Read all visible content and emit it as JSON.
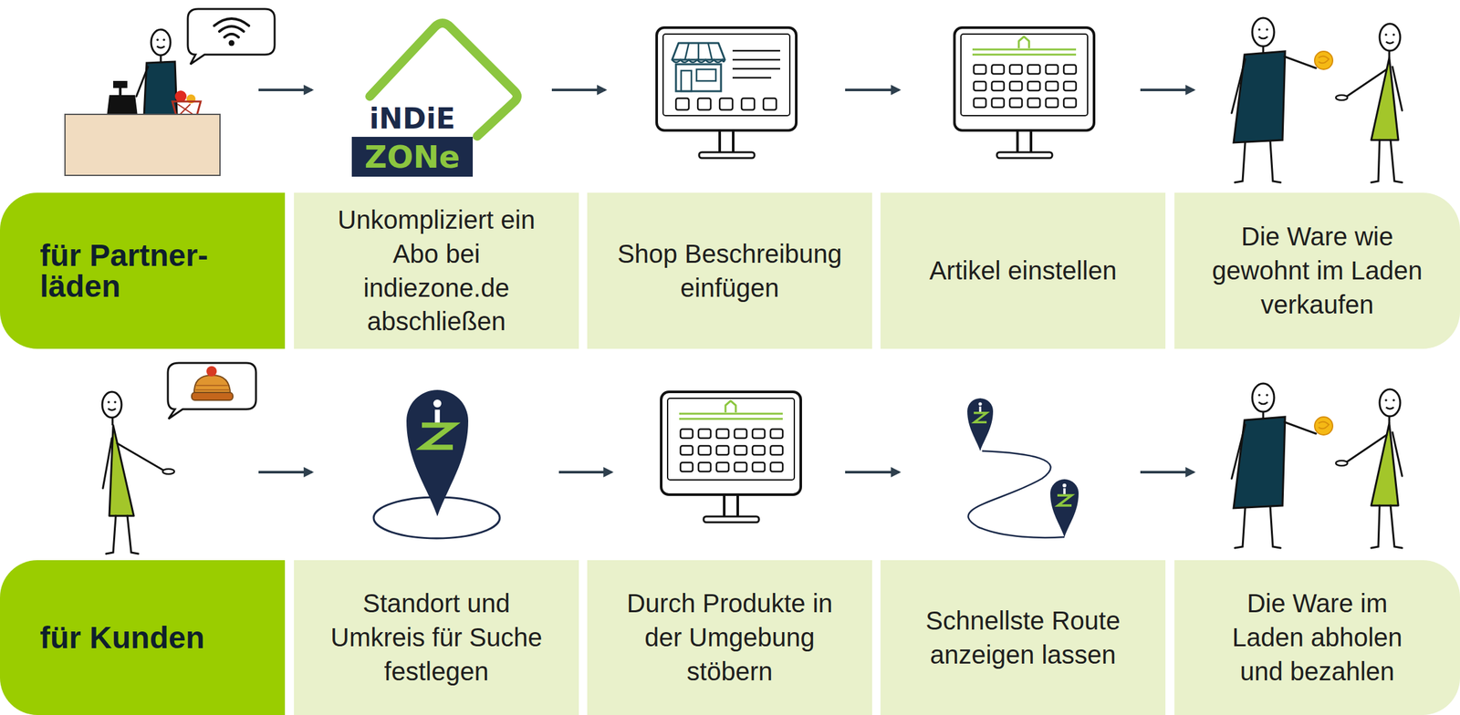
{
  "diagram": {
    "nodes": [
      {
        "text": [
          "für Partner- läden"
        ]
      },
      {
        "text": [
          "Unkompliziert ein Abo bei indiezone.de abschließen"
        ]
      },
      {
        "text": [
          "Shop Beschreibung einfügen"
        ]
      },
      {
        "text": [
          "Artikel einstellen"
        ]
      },
      {
        "text": [
          "Die Ware wie gewohnt im Laden verkaufen"
        ]
      },
      {
        "text": [
          "für Kunden"
        ]
      },
      {
        "text": [
          "Standort und Umkreis für Suche festlegen"
        ]
      },
      {
        "text": [
          "Durch Produkte in der Umgebung stöbern"
        ]
      },
      {
        "text": [
          "Schnellste Route anzeigen lassen"
        ]
      },
      {
        "text": [
          "Die Ware im Laden abholen und bezahlen"
        ]
      }
    ],
    "labels": [
      "iNDiE",
      "ZONe"
    ]
  }
}
